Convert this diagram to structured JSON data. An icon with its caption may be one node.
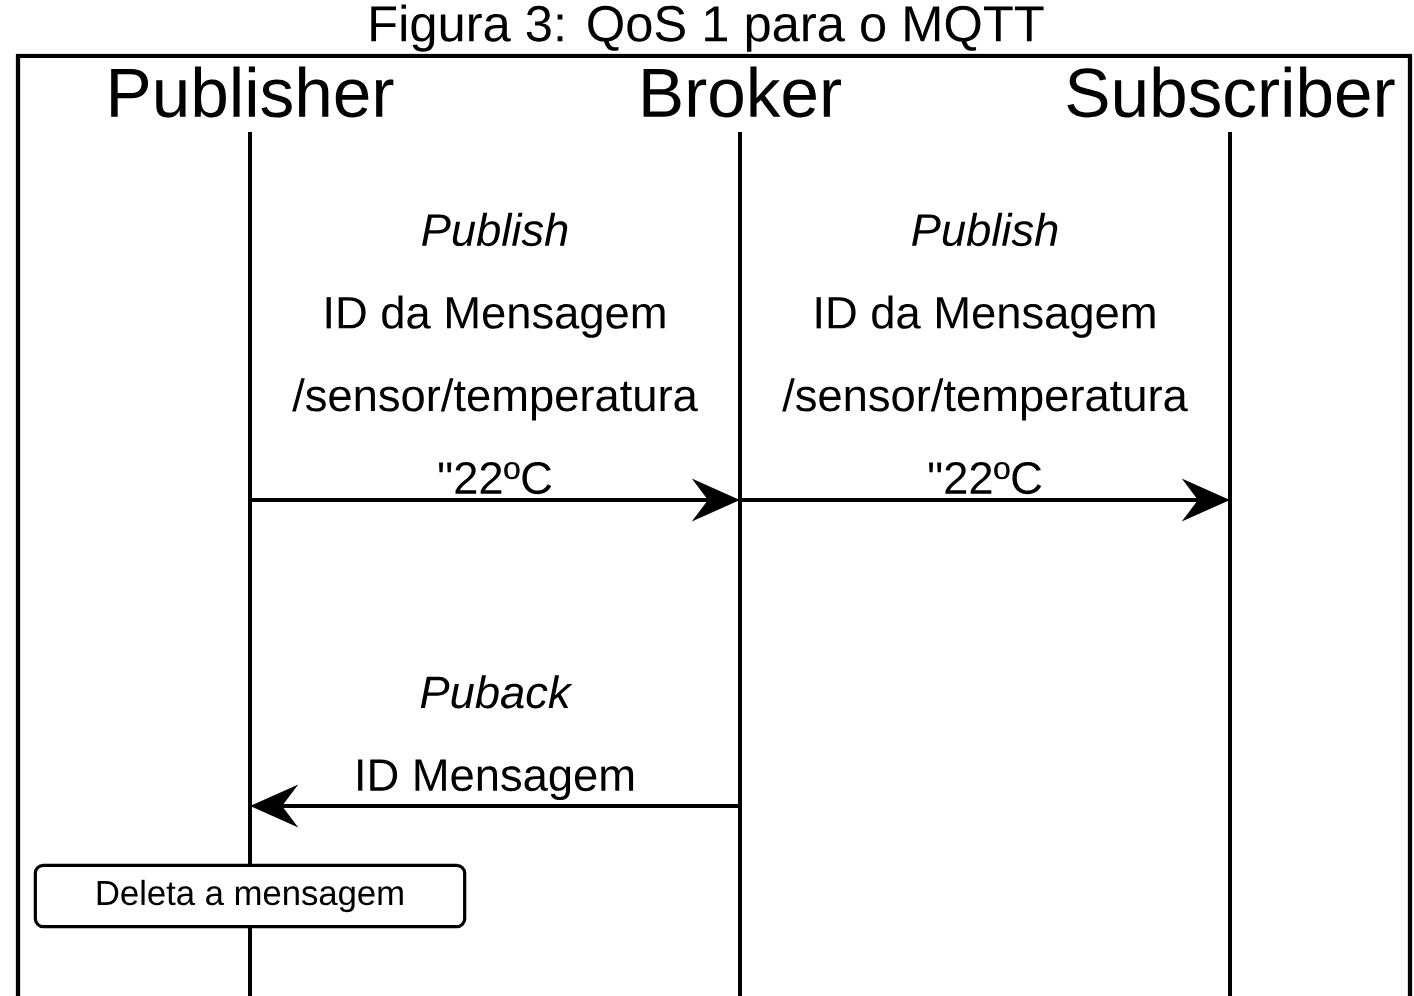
{
  "diagram": {
    "title": "Figura 3: QoS 1 para o MQTT",
    "nodes": [
      {
        "text": [
          "Publisher"
        ]
      },
      {
        "text": [
          "Broker"
        ]
      },
      {
        "text": [
          "Subscriber"
        ]
      },
      {
        "text": [
          "Deleta a mensagem"
        ]
      }
    ],
    "edges": [
      {
        "from": 0,
        "to": 1,
        "arrow": "to",
        "label": "*Publish* ID da Mensagem /sensor/temperatura \"22ºC"
      },
      {
        "from": 1,
        "to": 2,
        "arrow": "to",
        "label": "*Publish* ID da Mensagem /sensor/temperatura \"22ºC"
      },
      {
        "from": 1,
        "to": 0,
        "arrow": "to",
        "label": "*Puback* ID Mensagem"
      }
    ]
  }
}
